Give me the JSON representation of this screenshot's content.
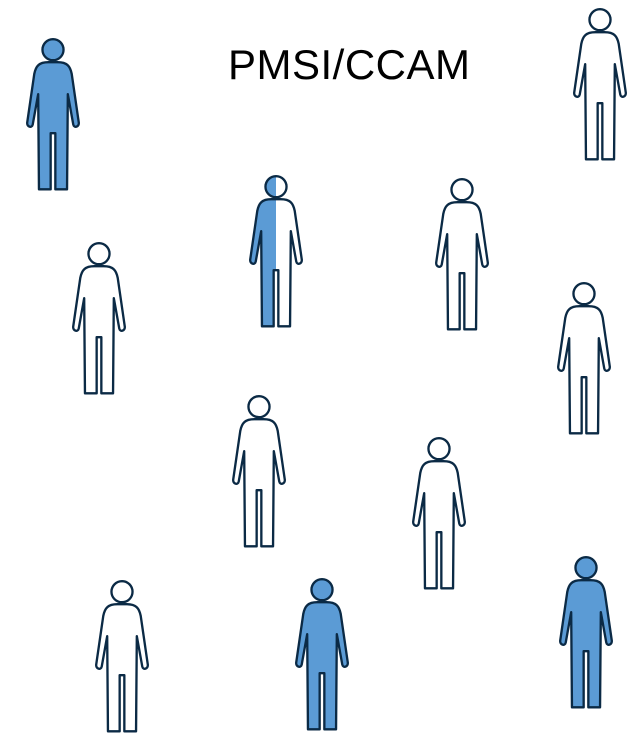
{
  "title": "PMSI/CCAM",
  "colors": {
    "fill": "#5b9bd5",
    "outline": "#0b2a45",
    "empty": "#ffffff"
  },
  "figures": [
    {
      "name": "person-icon-1",
      "state": "filled"
    },
    {
      "name": "person-icon-2",
      "state": "outline"
    },
    {
      "name": "person-icon-3",
      "state": "half"
    },
    {
      "name": "person-icon-4",
      "state": "outline"
    },
    {
      "name": "person-icon-5",
      "state": "outline"
    },
    {
      "name": "person-icon-6",
      "state": "outline"
    },
    {
      "name": "person-icon-7",
      "state": "outline"
    },
    {
      "name": "person-icon-8",
      "state": "outline"
    },
    {
      "name": "person-icon-9",
      "state": "outline"
    },
    {
      "name": "person-icon-10",
      "state": "filled"
    },
    {
      "name": "person-icon-11",
      "state": "filled"
    }
  ]
}
